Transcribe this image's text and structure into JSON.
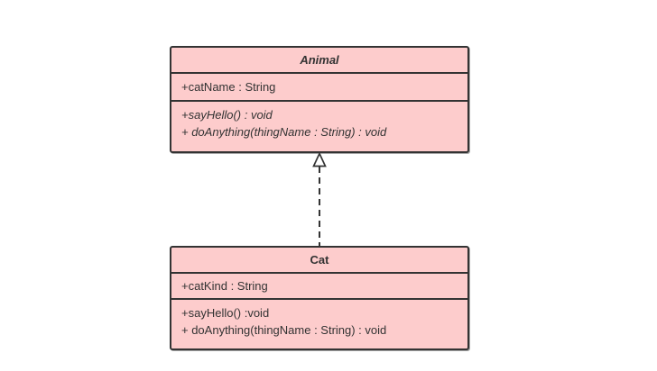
{
  "colors": {
    "fill": "#fdcccc",
    "border": "#333333",
    "text": "#333333",
    "background": "#ffffff"
  },
  "classes": [
    {
      "name": "Animal",
      "abstract": true,
      "attributes": [
        "+catName : String"
      ],
      "methods": [
        "+sayHello() : void",
        "+ doAnything(thingName : String) : void"
      ]
    },
    {
      "name": "Cat",
      "abstract": false,
      "attributes": [
        "+catKind : String"
      ],
      "methods": [
        "+sayHello() :void",
        "+ doAnything(thingName : String) : void"
      ]
    }
  ],
  "relationship": {
    "type": "realization",
    "from": "Cat",
    "to": "Animal",
    "line_style": "dashed",
    "arrowhead": "hollow-triangle"
  }
}
